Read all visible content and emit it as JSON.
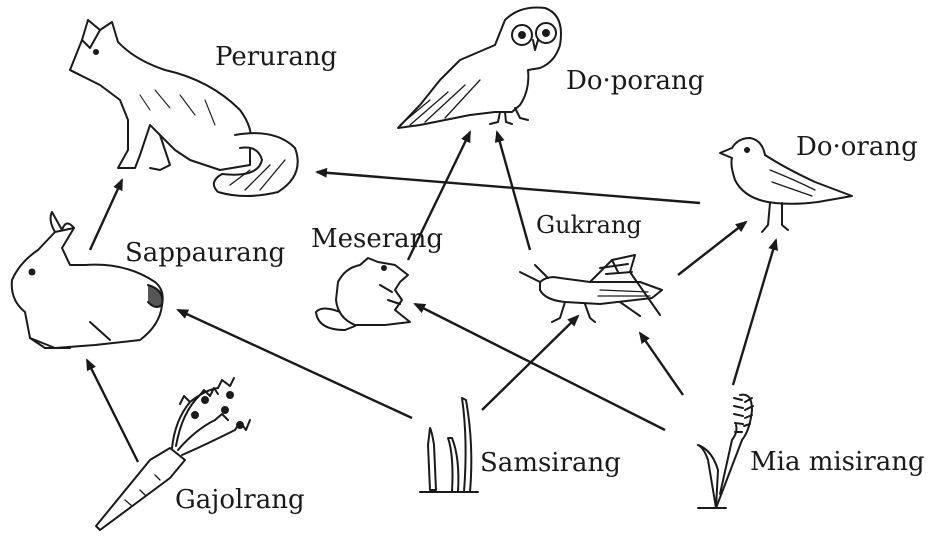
{
  "diagram": {
    "labels": {
      "fox": "Perurang",
      "owl": "Do·porang",
      "bird": "Do·orang",
      "rabbit": "Sappaurang",
      "mouse": "Meserang",
      "grasshopper": "Gukrang",
      "grass": "Samsirang",
      "wheat": "Mia misirang",
      "carrot": "Gajolrang"
    },
    "organism_icons": {
      "fox": "fox-icon",
      "owl": "owl-icon",
      "bird": "bird-icon",
      "rabbit": "rabbit-icon",
      "mouse": "mouse-icon",
      "grasshopper": "grasshopper-icon",
      "grass": "grass-icon",
      "wheat": "wheat-icon",
      "carrot": "carrot-icon"
    },
    "food_links": [
      {
        "from": "carrot",
        "to": "rabbit"
      },
      {
        "from": "rabbit",
        "to": "fox"
      },
      {
        "from": "bird",
        "to": "fox"
      },
      {
        "from": "mouse",
        "to": "owl"
      },
      {
        "from": "grasshopper",
        "to": "owl"
      },
      {
        "from": "grasshopper",
        "to": "bird"
      },
      {
        "from": "wheat",
        "to": "bird"
      },
      {
        "from": "grass",
        "to": "rabbit"
      },
      {
        "from": "grass",
        "to": "grasshopper"
      },
      {
        "from": "wheat",
        "to": "mouse"
      },
      {
        "from": "wheat",
        "to": "grasshopper"
      }
    ],
    "ink_color": "#1a1a1a"
  }
}
